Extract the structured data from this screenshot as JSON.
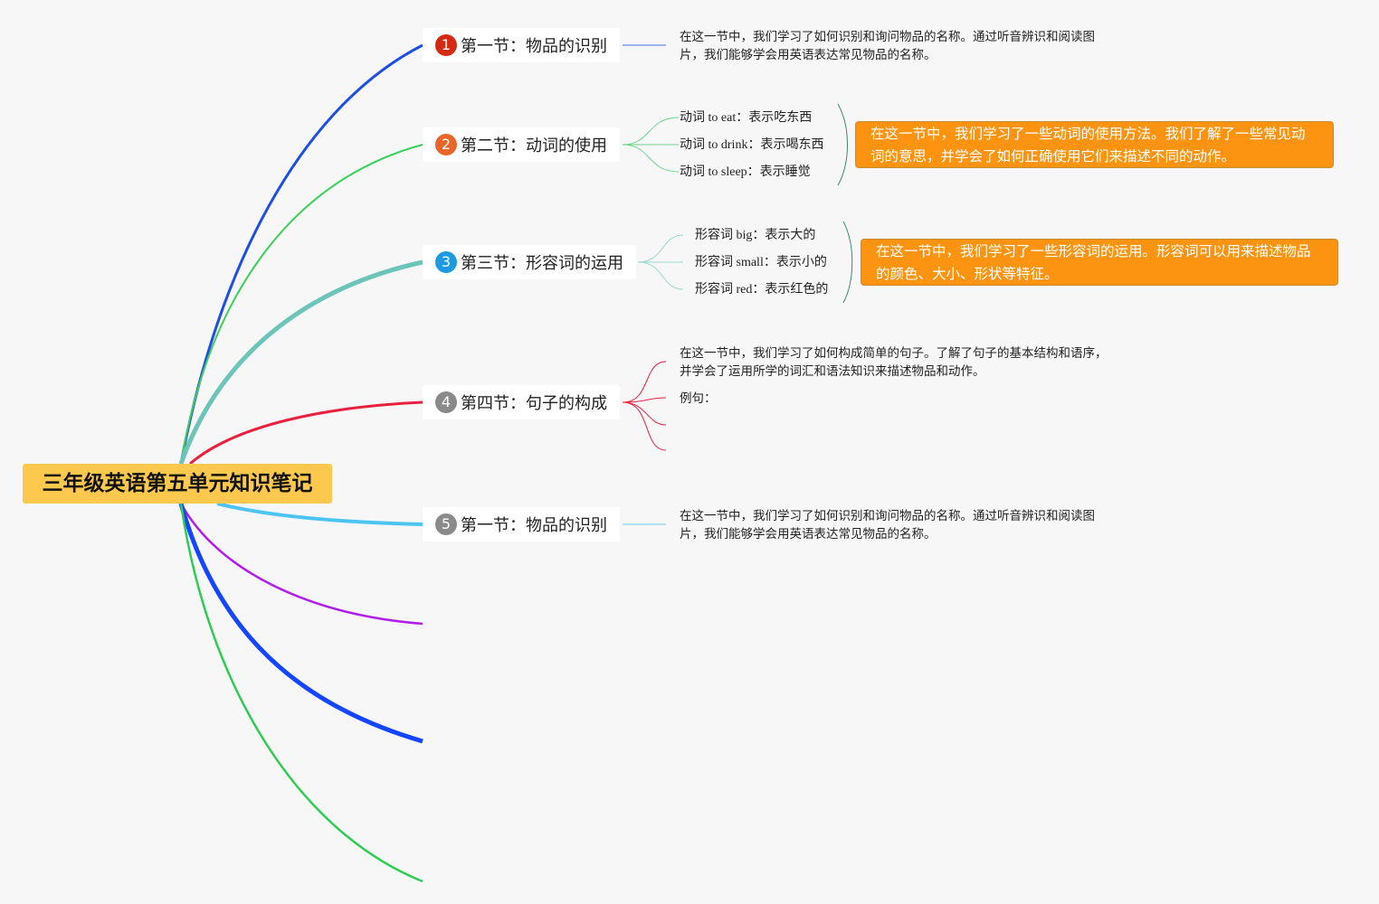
{
  "root": {
    "title": "三年级英语第五单元知识笔记"
  },
  "branches": [
    {
      "num": "1",
      "label": "第一节：物品的识别",
      "badge_color": "#d42a12",
      "line_color": "#1f4fe0",
      "note": [
        "在这一节中，我们学习了如何识别和询问物品的名称。通过听音辨识和阅读图",
        "片，我们能够学会用英语表达常见物品的名称。"
      ]
    },
    {
      "num": "2",
      "label": "第二节：动词的使用",
      "badge_color": "#e8662a",
      "line_color": "#3ccf5a",
      "items": [
        "动词 to eat：表示吃东西",
        "动词 to drink：表示喝东西",
        "动词 to sleep：表示睡觉"
      ],
      "summary": [
        "在这一节中，我们学习了一些动词的使用方法。我们了解了一些常见动",
        "词的意思，并学会了如何正确使用它们来描述不同的动作。"
      ]
    },
    {
      "num": "3",
      "label": "第三节：形容词的运用",
      "badge_color": "#1e9be0",
      "line_color": "#6cc5b8",
      "items": [
        "形容词 big：表示大的",
        "形容词 small：表示小的",
        "形容词 red：表示红色的"
      ],
      "summary": [
        "在这一节中，我们学习了一些形容词的运用。形容词可以用来描述物品",
        "的颜色、大小、形状等特征。"
      ]
    },
    {
      "num": "4",
      "label": "第四节：句子的构成",
      "badge_color": "#8a8a8a",
      "line_color": "#e8213f",
      "note": [
        "在这一节中，我们学习了如何构成简单的句子。了解了句子的基本结构和语序，",
        "并学会了运用所学的词汇和语法知识来描述物品和动作。"
      ],
      "example": "例句："
    },
    {
      "num": "5",
      "label": "第一节：物品的识别",
      "badge_color": "#8a8a8a",
      "line_color": "#4cc4f0",
      "note": [
        "在这一节中，我们学习了如何识别和询问物品的名称。通过听音辨识和阅读图",
        "片，我们能够学会用英语表达常见物品的名称。"
      ]
    }
  ]
}
